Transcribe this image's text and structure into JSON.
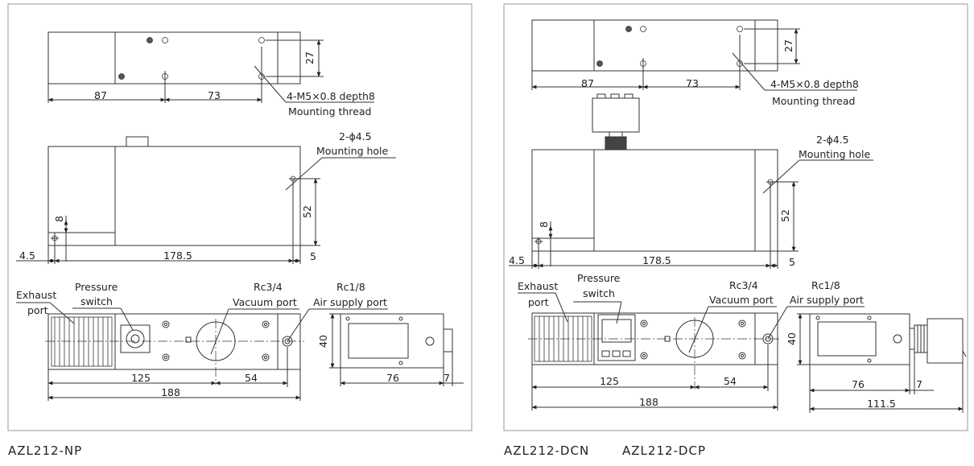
{
  "captions": {
    "left": "AZL212-NP",
    "right_1": "AZL212-DCN",
    "right_2": "AZL212-DCP"
  },
  "left_panel": {
    "top_view": {
      "dim_87": "87",
      "dim_73": "73",
      "dim_27": "27",
      "thread_spec": "4-M5×0.8 depth8",
      "thread_label": "Mounting thread"
    },
    "side_view": {
      "hole_spec": "2-ϕ4.5",
      "hole_label": "Mounting hole",
      "dim_8": "8",
      "dim_52": "52",
      "dim_4_5": "4.5",
      "dim_178_5": "178.5",
      "dim_5": "5"
    },
    "front_view": {
      "exhaust_1": "Exhaust",
      "exhaust_2": "port",
      "switch_1": "Pressure",
      "switch_2": "switch",
      "vacuum_1": "Rc3/4",
      "vacuum_2": "Vacuum port",
      "supply_1": "Rc1/8",
      "supply_2": "Air supply port",
      "dim_125": "125",
      "dim_54": "54",
      "dim_188": "188"
    },
    "end_view": {
      "dim_40": "40",
      "dim_76": "76",
      "dim_7": "7"
    }
  },
  "right_panel": {
    "top_view": {
      "dim_87": "87",
      "dim_73": "73",
      "dim_27": "27",
      "thread_spec": "4-M5×0.8 depth8",
      "thread_label": "Mounting thread"
    },
    "side_view": {
      "hole_spec": "2-ϕ4.5",
      "hole_label": "Mounting hole",
      "dim_8": "8",
      "dim_52": "52",
      "dim_4_5": "4.5",
      "dim_178_5": "178.5",
      "dim_5": "5"
    },
    "front_view": {
      "exhaust_1": "Exhaust",
      "exhaust_2": "port",
      "switch_1": "Pressure",
      "switch_2": "switch",
      "vacuum_1": "Rc3/4",
      "vacuum_2": "Vacuum port",
      "supply_1": "Rc1/8",
      "supply_2": "Air supply port",
      "dim_125": "125",
      "dim_54": "54",
      "dim_188": "188"
    },
    "end_view": {
      "dim_40": "40",
      "dim_76": "76",
      "dim_7": "7",
      "dim_111_5": "111.5"
    }
  }
}
